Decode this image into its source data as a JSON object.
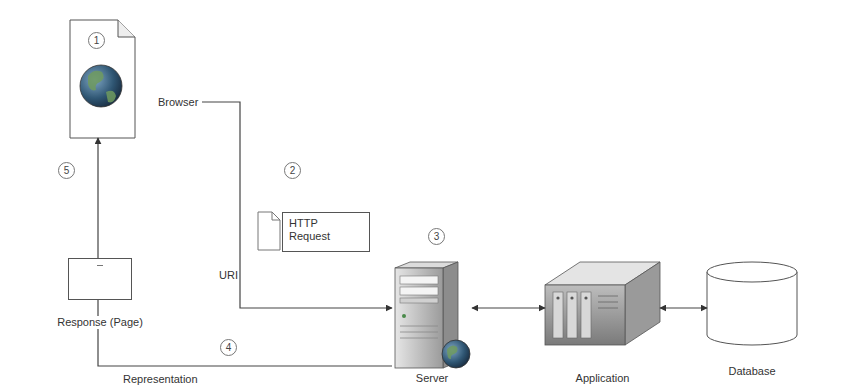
{
  "diagram": {
    "nodes": [
      {
        "text": [
          "Browser"
        ]
      },
      {
        "text": [
          "HTTP Request"
        ]
      },
      {
        "text": [
          "Server"
        ]
      },
      {
        "text": [
          "Application"
        ]
      },
      {
        "text": [
          "Database"
        ]
      },
      {
        "text": [
          "Response (Page)"
        ]
      }
    ],
    "edges": [
      {
        "from": 0,
        "to": 2,
        "label": "URI",
        "arrow": "to"
      },
      {
        "from": 2,
        "to": 0,
        "label": "Representation",
        "arrow": "to"
      },
      {
        "from": 2,
        "to": 3,
        "arrow": "both"
      },
      {
        "from": 3,
        "to": 4,
        "arrow": "both"
      }
    ],
    "labels": [
      "1",
      "2",
      "3",
      "4",
      "5"
    ]
  }
}
